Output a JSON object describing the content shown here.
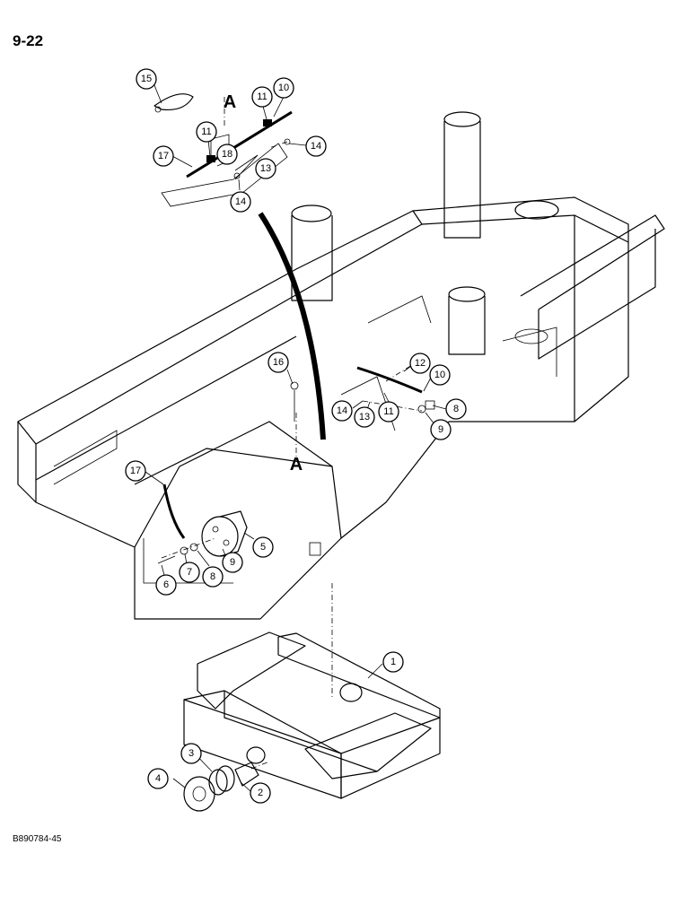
{
  "page": {
    "number": "9-22",
    "figure_code": "B890784-45"
  },
  "reference_letters": [
    "A",
    "A"
  ],
  "callouts": [
    "15",
    "10",
    "11",
    "11",
    "17",
    "18",
    "13",
    "14",
    "14",
    "16",
    "12",
    "10",
    "8",
    "9",
    "11",
    "13",
    "14",
    "17",
    "5",
    "9",
    "8",
    "7",
    "6",
    "1",
    "3",
    "4",
    "2"
  ]
}
